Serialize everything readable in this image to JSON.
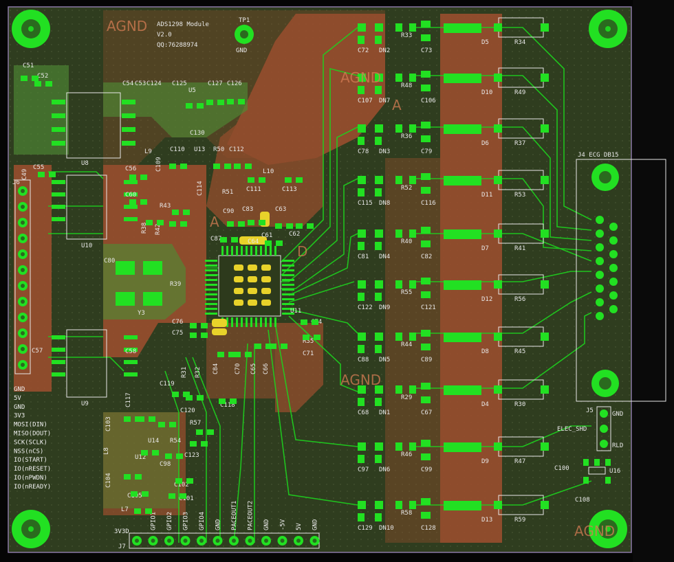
{
  "board": {
    "module_title": "ADS1298 Module",
    "version": "V2.0",
    "qq": "QQ:76288974",
    "testpoint": "TP1",
    "testpoint_net": "GND",
    "agnd_label": "AGND",
    "colors": {
      "background": "#000000",
      "board": "#2f3d1f",
      "copper": "#9a4f2e",
      "trace": "#1ed21e",
      "pad": "#22e022",
      "silk": "#e8e8e8"
    }
  },
  "connector_j4": {
    "label": "J4 ECG DB15"
  },
  "connector_j5": {
    "label": "J5",
    "pins": [
      "GND",
      "ELEC_SHD",
      "RLD"
    ]
  },
  "u16": {
    "label": "U16",
    "c100": "C100",
    "c108": "C108"
  },
  "connector_j6": {
    "label": "J6",
    "pins": [
      "GND",
      "5V",
      "GND",
      "3V3",
      "MOSI(DIN)",
      "MISO(DOUT)",
      "SCK(SCLK)",
      "NSS(nCS)",
      "IO(START)",
      "IO(nRESET)",
      "IO(nPWDN)",
      "IO(nREADY)"
    ]
  },
  "connector_j7": {
    "label": "J7",
    "pins": [
      "3V3D",
      "GPIO1",
      "GPIO2",
      "GPIO3",
      "GPIO4",
      "GND",
      "PACEOUT1",
      "PACEOUT2",
      "GND",
      "-5V",
      "5V",
      "GND"
    ]
  },
  "channels": [
    {
      "cap_l": "C72",
      "dn": "DN2",
      "res": "R33",
      "cap_r": "C73",
      "diode": "D5",
      "res_big": "R34"
    },
    {
      "cap_l": "C107",
      "dn": "DN7",
      "res": "R48",
      "cap_r": "C106",
      "diode": "D10",
      "res_big": "R49"
    },
    {
      "cap_l": "C78",
      "dn": "DN3",
      "res": "R36",
      "cap_r": "C79",
      "diode": "D6",
      "res_big": "R37"
    },
    {
      "cap_l": "C115",
      "dn": "DN8",
      "res": "R52",
      "cap_r": "C116",
      "diode": "D11",
      "res_big": "R53"
    },
    {
      "cap_l": "C81",
      "dn": "DN4",
      "res": "R40",
      "cap_r": "C82",
      "diode": "D7",
      "res_big": "R41"
    },
    {
      "cap_l": "C122",
      "dn": "DN9",
      "res": "R55",
      "cap_r": "C121",
      "diode": "D12",
      "res_big": "R56"
    },
    {
      "cap_l": "C88",
      "dn": "DN5",
      "res": "R44",
      "cap_r": "C89",
      "diode": "D8",
      "res_big": "R45"
    },
    {
      "cap_l": "C68",
      "dn": "DN1",
      "res": "R29",
      "cap_r": "C67",
      "diode": "D4",
      "res_big": "R30"
    },
    {
      "cap_l": "C97",
      "dn": "DN6",
      "res": "R46",
      "cap_r": "C99",
      "diode": "D9",
      "res_big": "R47"
    },
    {
      "cap_l": "C129",
      "dn": "DN10",
      "res": "R58",
      "cap_r": "C128",
      "diode": "D13",
      "res_big": "R59"
    }
  ],
  "components": {
    "c51": "C51",
    "c52": "C52",
    "u8": "U8",
    "u10": "U10",
    "u9": "U9",
    "c55": "C55",
    "c49": "C49",
    "c56": "C56",
    "c60": "C60",
    "c80": "C80",
    "c57": "C57",
    "c58": "C58",
    "y3": "Y3",
    "r43": "R43",
    "r38": "R38",
    "r42": "R42",
    "r39": "R39",
    "c54": "C54",
    "c53": "C53",
    "c124": "C124",
    "c125": "C125",
    "c127": "C127",
    "c126": "C126",
    "u5": "U5",
    "c130": "C130",
    "l9": "L9",
    "c110": "C110",
    "u13": "U13",
    "r50": "R50",
    "c112": "C112",
    "c109": "C109",
    "c114": "C114",
    "r51": "R51",
    "c111": "C111",
    "l10": "L10",
    "c113": "C113",
    "c90": "C90",
    "c83": "C83",
    "c63": "C63",
    "c87": "C87",
    "c61": "C61",
    "c62": "C62",
    "c64": "C64",
    "u11": "U11",
    "c74": "C74",
    "r35": "R35",
    "c71": "C71",
    "c76": "C76",
    "c75": "C75",
    "r31": "R31",
    "r32": "R32",
    "c84": "C84",
    "c70": "C70",
    "c65": "C65",
    "c66": "C66",
    "c119": "C119",
    "c117": "C117",
    "c120": "C120",
    "c118": "C118",
    "c103": "C103",
    "l8": "L8",
    "u14": "U14",
    "r57": "R57",
    "r54": "R54",
    "c123": "C123",
    "u12": "U12",
    "c98": "C98",
    "c104": "C104",
    "c102": "C102",
    "c105": "C105",
    "c101": "C101",
    "l7": "L7"
  },
  "regions": {
    "a1": "A",
    "a2": "A",
    "d1": "D"
  }
}
